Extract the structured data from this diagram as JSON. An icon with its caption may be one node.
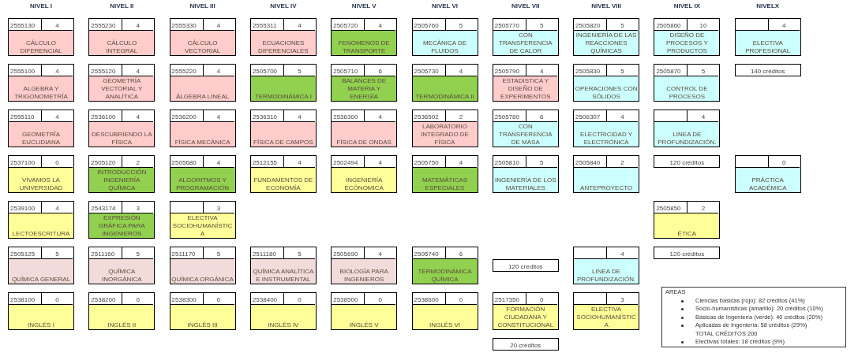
{
  "diagram": {
    "nodes": [
      {
        "text": [
          "2555130",
          "4",
          "CÁLCULO DIFERENCIAL"
        ]
      },
      {
        "text": [
          "2555230",
          "4",
          "CÁLCULO INTEGRAL"
        ]
      },
      {
        "text": [
          "2555330",
          "4",
          "CÁLCULO VECTORIAL"
        ]
      },
      {
        "text": [
          "2555311",
          "4",
          "ECUACIONES DIFERENCIALES"
        ]
      },
      {
        "text": [
          "2505720",
          "4",
          "FENÓMENOS DE TRANSPORTE"
        ]
      },
      {
        "text": [
          "2505760",
          "5",
          "MECÁNICA DE FLUIDOS"
        ]
      },
      {
        "text": [
          "2505770",
          "5",
          "CON TRANSFERENCIA DE CALOR"
        ]
      },
      {
        "text": [
          "2505820",
          "5",
          "INGENIERÍA DE LAS REACCIONES QUÍMICAS"
        ]
      },
      {
        "text": [
          "2505860",
          "10",
          "DISEÑO DE PROCESOS Y PRODUCTOS"
        ]
      },
      {
        "text": [
          "4",
          "ELECTIVA PROFESIONAL"
        ]
      },
      {
        "text": [
          "2555100",
          "4",
          "ALGEBRA Y TRIGONOMETRÍA"
        ]
      },
      {
        "text": [
          "2555120",
          "4",
          "GEOMETRÍA VECTORIAL Y ANALÍTICA"
        ]
      },
      {
        "text": [
          "2555220",
          "4",
          "ÁLGEBRA LINEAL"
        ]
      },
      {
        "text": [
          "2505700",
          "5",
          "TERMODINÁMICA I"
        ]
      },
      {
        "text": [
          "2505710",
          "6",
          "BALANCES DE MATERIA Y ENERGÍA"
        ]
      },
      {
        "text": [
          "2505730",
          "4",
          "TERMODINÁMICA II"
        ]
      },
      {
        "text": [
          "2505790",
          "4",
          "ESTADISTICA Y DISEÑO DE EXPERIMENTOS"
        ]
      },
      {
        "text": [
          "2505830",
          "5",
          "OPERACIONES CON SÓLIDOS"
        ]
      },
      {
        "text": [
          "2505870",
          "5",
          "CONTROL DE PROCESOS"
        ]
      },
      {
        "text": [
          "140 créditos"
        ]
      },
      {
        "text": [
          "2555110",
          "4",
          "GEOMETRÍA EUCLIDIANA"
        ]
      },
      {
        "text": [
          "2536100",
          "4",
          "DESCUBRIENDO LA FÍSICA"
        ]
      },
      {
        "text": [
          "2536200",
          "4",
          "FÍSICA MECÁNICA"
        ]
      },
      {
        "text": [
          "2536310",
          "4",
          "FÍSICA DE CAMPOS"
        ]
      },
      {
        "text": [
          "2536300",
          "4",
          "FÍSICA DE ONDAS"
        ]
      },
      {
        "text": [
          "2536502",
          "2",
          "LABORATORIO INTEGRADO DE FÍSICA"
        ]
      },
      {
        "text": [
          "2505780",
          "6",
          "CON TRANSFERENCIA DE MASA"
        ]
      },
      {
        "text": [
          "2506307",
          "4",
          "ELECTRICIDAD Y ELECTRÓNICA"
        ]
      },
      {
        "text": [
          "4",
          "LINEA DE PROFUNDIZACIÓN."
        ]
      },
      {
        "text": [
          "2537100",
          "0",
          "VIVAMOS LA UNIVERSIDAD"
        ]
      },
      {
        "text": [
          "2505120",
          "2",
          "INTRODUCCIÓN INGENIERÍA QUÍMICA"
        ]
      },
      {
        "text": [
          "2505680",
          "4",
          "ALGORITMOS Y PROGRAMACIÓN"
        ]
      },
      {
        "text": [
          "2512155",
          "4",
          "FUNDAMENTOS DE ECONOMÍA"
        ]
      },
      {
        "text": [
          "2502494",
          "4",
          "INGENIERÍA ECÓNOMICA"
        ]
      },
      {
        "text": [
          "2505750",
          "4",
          "MATEMÁTICAS ESPECIALES"
        ]
      },
      {
        "text": [
          "2505810",
          "5",
          "INGENIERÍA DE LOS MATERIALES"
        ]
      },
      {
        "text": [
          "2505840",
          "2",
          "ANTEPROYECTO"
        ]
      },
      {
        "text": [
          "120 créditos"
        ]
      },
      {
        "text": [
          "0",
          "PRÁCTICA ACADÉMICA"
        ]
      },
      {
        "text": [
          "2539100",
          "4",
          "LECTOESCRITURA"
        ]
      },
      {
        "text": [
          "2543174",
          "3",
          "EXPRESIÓN GRÁFICA PARA INGENIEROS"
        ]
      },
      {
        "text": [
          "3",
          "ELECTIVA SOCIOHUMANÍSTICA"
        ]
      },
      {
        "text": [
          "2505850",
          "2",
          "ÉTICA"
        ]
      },
      {
        "text": [
          "2505125",
          "5",
          "QUÍMICA GENERAL"
        ]
      },
      {
        "text": [
          "2511160",
          "5",
          "QUÍMICA INORGÁNICA"
        ]
      },
      {
        "text": [
          "2511170",
          "5",
          "QUÍMICA ORGÁNICA"
        ]
      },
      {
        "text": [
          "2511180",
          "5",
          "QUÍMICA ANALÍTICA E INSTRUMENTAL"
        ]
      },
      {
        "text": [
          "2505690",
          "4",
          "BIOLOGÍA PARA INGENIEROS"
        ]
      },
      {
        "text": [
          "2505740",
          "6",
          "TERMODINÁMICA QUÍMICA"
        ]
      },
      {
        "text": [
          "120 creditos"
        ]
      },
      {
        "text": [
          "4",
          "LINEA DE PROFUNDIZACIÓN."
        ]
      },
      {
        "text": [
          "120 créditos"
        ]
      },
      {
        "text": [
          "2538100",
          "0",
          "INGLÉS I"
        ]
      },
      {
        "text": [
          "2538200",
          "0",
          "INGLÉS II"
        ]
      },
      {
        "text": [
          "2538300",
          "0",
          "INGLÉS III"
        ]
      },
      {
        "text": [
          "2538400",
          "0",
          "INGLÉS IV"
        ]
      },
      {
        "text": [
          "2538500",
          "0",
          "INGLÉS V"
        ]
      },
      {
        "text": [
          "2538600",
          "0",
          "INGLÉS VI"
        ]
      },
      {
        "text": [
          "2517350",
          "0",
          "FORMACIÓN CIUDADANA Y CONSTITUCIONAL"
        ]
      },
      {
        "text": [
          "3",
          "ELECTIVA SOCIOHUMANÍSTICA"
        ]
      },
      {
        "text": [
          "AREAS",
          "Ciencias básicas (rojo): 82 créditos  (41%)",
          "Socio-humanísticas (amarillo): 20 créditos  (10%)",
          "Básicas de Ingeniería (verde): 40 créditos  (20%)",
          "Aplicadas de Ingeniería: 58 créditos  (29%)",
          "TOTAL CRÉDITOS  200",
          "Electivas totales: 18 créditos  (9%)"
        ]
      },
      {
        "text": [
          "20 créditos"
        ]
      }
    ],
    "labels": [
      "NIVEL I",
      "NIVEL II",
      "NIVEL III",
      "NIVEL IV",
      "NIVEL V",
      "NIVEL VI",
      "NIVEL VII",
      "NIVEL VIII",
      "NIVEL IX",
      "NIVELX"
    ]
  }
}
